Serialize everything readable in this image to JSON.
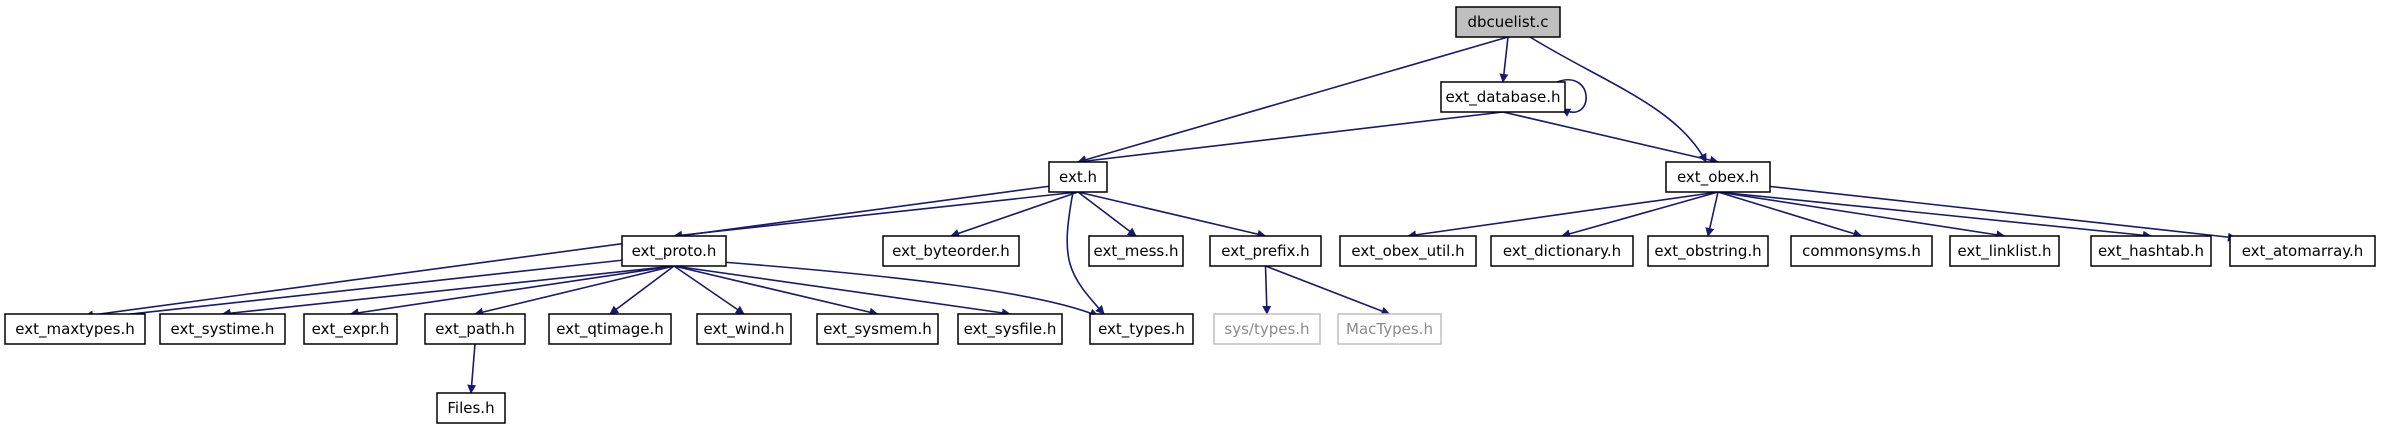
{
  "colors": {
    "edge": "#191970",
    "root_fill": "#bfbfbf",
    "node_fill": "#ffffff",
    "node_stroke": "#000000",
    "missing_stroke": "#bfbfbf",
    "missing_text": "#8c8c8c"
  },
  "nodes": [
    {
      "id": "dbcuelist_c",
      "label": "dbcuelist.c",
      "kind": "root"
    },
    {
      "id": "ext_database_h",
      "label": "ext_database.h",
      "kind": "normal"
    },
    {
      "id": "ext_h",
      "label": "ext.h",
      "kind": "normal"
    },
    {
      "id": "ext_obex_h",
      "label": "ext_obex.h",
      "kind": "normal"
    },
    {
      "id": "ext_proto_h",
      "label": "ext_proto.h",
      "kind": "normal"
    },
    {
      "id": "ext_byteorder_h",
      "label": "ext_byteorder.h",
      "kind": "normal"
    },
    {
      "id": "ext_mess_h",
      "label": "ext_mess.h",
      "kind": "normal"
    },
    {
      "id": "ext_prefix_h",
      "label": "ext_prefix.h",
      "kind": "normal"
    },
    {
      "id": "ext_obex_util_h",
      "label": "ext_obex_util.h",
      "kind": "normal"
    },
    {
      "id": "ext_dictionary_h",
      "label": "ext_dictionary.h",
      "kind": "normal"
    },
    {
      "id": "ext_obstring_h",
      "label": "ext_obstring.h",
      "kind": "normal"
    },
    {
      "id": "commonsyms_h",
      "label": "commonsyms.h",
      "kind": "normal"
    },
    {
      "id": "ext_linklist_h",
      "label": "ext_linklist.h",
      "kind": "normal"
    },
    {
      "id": "ext_hashtab_h",
      "label": "ext_hashtab.h",
      "kind": "normal"
    },
    {
      "id": "ext_atomarray_h",
      "label": "ext_atomarray.h",
      "kind": "normal"
    },
    {
      "id": "ext_maxtypes_h",
      "label": "ext_maxtypes.h",
      "kind": "normal"
    },
    {
      "id": "ext_systime_h",
      "label": "ext_systime.h",
      "kind": "normal"
    },
    {
      "id": "ext_expr_h",
      "label": "ext_expr.h",
      "kind": "normal"
    },
    {
      "id": "ext_path_h",
      "label": "ext_path.h",
      "kind": "normal"
    },
    {
      "id": "ext_qtimage_h",
      "label": "ext_qtimage.h",
      "kind": "normal"
    },
    {
      "id": "ext_wind_h",
      "label": "ext_wind.h",
      "kind": "normal"
    },
    {
      "id": "ext_sysmem_h",
      "label": "ext_sysmem.h",
      "kind": "normal"
    },
    {
      "id": "ext_sysfile_h",
      "label": "ext_sysfile.h",
      "kind": "normal"
    },
    {
      "id": "ext_types_h",
      "label": "ext_types.h",
      "kind": "normal"
    },
    {
      "id": "sys_types_h",
      "label": "sys/types.h",
      "kind": "missing"
    },
    {
      "id": "mactypes_h",
      "label": "MacTypes.h",
      "kind": "missing"
    },
    {
      "id": "files_h",
      "label": "Files.h",
      "kind": "normal"
    }
  ],
  "edges": [
    {
      "from": "dbcuelist_c",
      "to": "ext_database_h"
    },
    {
      "from": "dbcuelist_c",
      "to": "ext_h"
    },
    {
      "from": "dbcuelist_c",
      "to": "ext_obex_h"
    },
    {
      "from": "ext_database_h",
      "to": "ext_database_h"
    },
    {
      "from": "ext_database_h",
      "to": "ext_h"
    },
    {
      "from": "ext_database_h",
      "to": "ext_obex_h"
    },
    {
      "from": "ext_h",
      "to": "ext_proto_h"
    },
    {
      "from": "ext_h",
      "to": "ext_byteorder_h"
    },
    {
      "from": "ext_h",
      "to": "ext_mess_h"
    },
    {
      "from": "ext_h",
      "to": "ext_prefix_h"
    },
    {
      "from": "ext_h",
      "to": "ext_maxtypes_h"
    },
    {
      "from": "ext_h",
      "to": "ext_types_h"
    },
    {
      "from": "ext_obex_h",
      "to": "ext_obex_util_h"
    },
    {
      "from": "ext_obex_h",
      "to": "ext_dictionary_h"
    },
    {
      "from": "ext_obex_h",
      "to": "ext_obstring_h"
    },
    {
      "from": "ext_obex_h",
      "to": "commonsyms_h"
    },
    {
      "from": "ext_obex_h",
      "to": "ext_linklist_h"
    },
    {
      "from": "ext_obex_h",
      "to": "ext_hashtab_h"
    },
    {
      "from": "ext_obex_h",
      "to": "ext_atomarray_h"
    },
    {
      "from": "ext_proto_h",
      "to": "ext_maxtypes_h"
    },
    {
      "from": "ext_proto_h",
      "to": "ext_systime_h"
    },
    {
      "from": "ext_proto_h",
      "to": "ext_expr_h"
    },
    {
      "from": "ext_proto_h",
      "to": "ext_path_h"
    },
    {
      "from": "ext_proto_h",
      "to": "ext_qtimage_h"
    },
    {
      "from": "ext_proto_h",
      "to": "ext_wind_h"
    },
    {
      "from": "ext_proto_h",
      "to": "ext_sysmem_h"
    },
    {
      "from": "ext_proto_h",
      "to": "ext_sysfile_h"
    },
    {
      "from": "ext_proto_h",
      "to": "ext_types_h"
    },
    {
      "from": "ext_prefix_h",
      "to": "sys_types_h"
    },
    {
      "from": "ext_prefix_h",
      "to": "mactypes_h"
    },
    {
      "from": "ext_path_h",
      "to": "files_h"
    }
  ]
}
